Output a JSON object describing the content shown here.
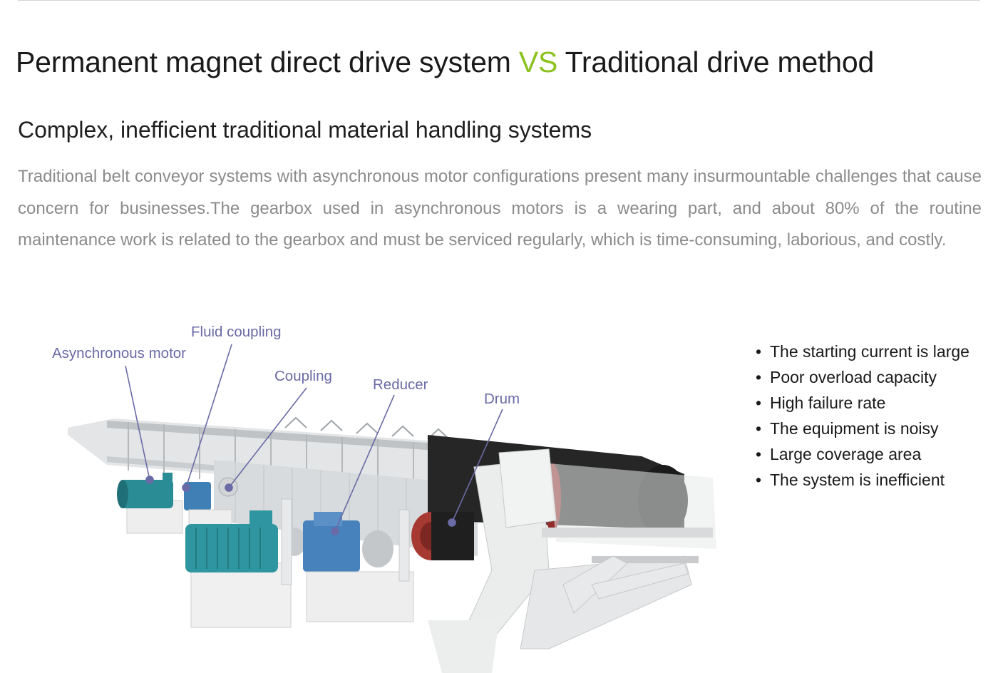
{
  "header": {
    "title_part1": "Permanent magnet direct drive system ",
    "title_vs": "VS",
    "title_part2": " Traditional drive method",
    "accent_color": "#8cc21f"
  },
  "section": {
    "title": "Complex, inefficient traditional material handling systems",
    "description": "Traditional belt conveyor systems with asynchronous motor configurations present many insurmountable challenges that cause concern for businesses.The gearbox used in asynchronous motors is a wearing part, and about 80% of the routine maintenance work is related to the gearbox and must be serviced regularly, which is time-consuming, laborious, and costly."
  },
  "figure": {
    "callouts": {
      "fluid_coupling": "Fluid coupling",
      "asynchronous_motor": "Asynchronous motor",
      "coupling": "Coupling",
      "reducer": "Reducer",
      "drum": "Drum"
    },
    "callout_color": "#6a6aa6",
    "icons": [
      "conveyor-icon",
      "motor-icon",
      "reducer-icon",
      "drum-icon"
    ]
  },
  "drawbacks": {
    "bullet": "•",
    "items": [
      "The starting current is large",
      "Poor overload capacity",
      "High failure rate",
      "The equipment is noisy",
      "Large coverage area",
      "The system is inefficient"
    ]
  }
}
